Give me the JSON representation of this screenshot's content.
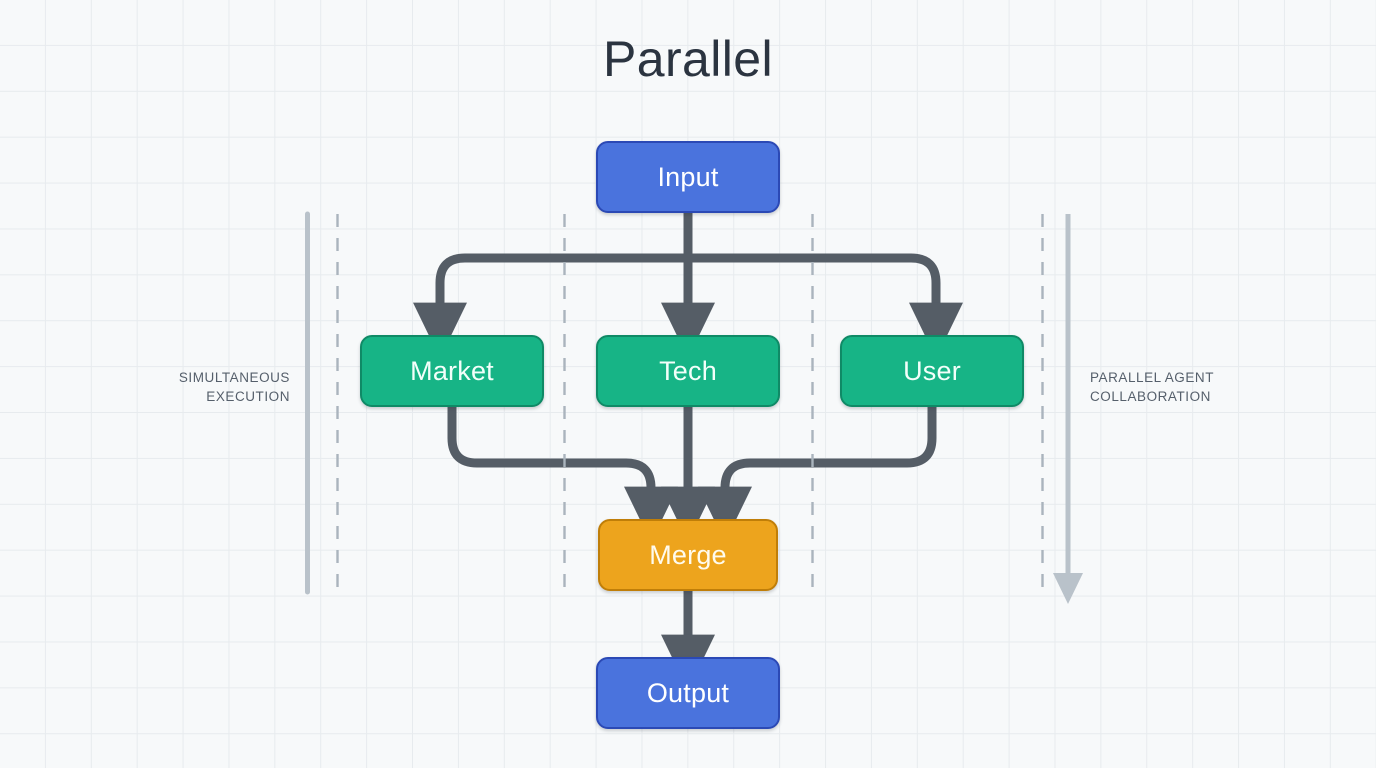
{
  "diagram": {
    "title": "Parallel",
    "nodes": [
      {
        "id": "input",
        "label": "Input",
        "kind": "terminal",
        "color": "#4a73dd"
      },
      {
        "id": "market",
        "label": "Market",
        "kind": "agent",
        "color": "#17b486"
      },
      {
        "id": "tech",
        "label": "Tech",
        "kind": "agent",
        "color": "#17b486"
      },
      {
        "id": "user",
        "label": "User",
        "kind": "agent",
        "color": "#17b486"
      },
      {
        "id": "merge",
        "label": "Merge",
        "kind": "join",
        "color": "#eda41d"
      },
      {
        "id": "output",
        "label": "Output",
        "kind": "terminal",
        "color": "#4a73dd"
      }
    ],
    "annotations": {
      "left": "SIMULTANEOUS\nEXECUTION",
      "right": "PARALLEL AGENT\nCOLLABORATION"
    },
    "colors": {
      "background": "#f7f9fa",
      "grid": "#e7ebee",
      "connector": "#555d66",
      "rule": "#b9c2ca",
      "dashed_rule": "#aab4bd",
      "title_text": "#2b3440",
      "annotation_text": "#555f6b"
    }
  }
}
